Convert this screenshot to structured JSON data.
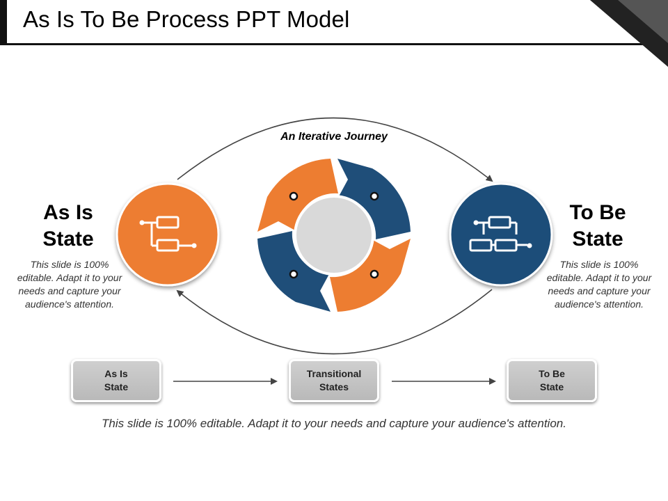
{
  "title": "As Is To Be Process PPT Model",
  "journey_label": "An Iterative Journey",
  "as_is": {
    "title": "As Is\nState",
    "description": "This slide is 100% editable. Adapt it to your needs and capture your audience's attention."
  },
  "to_be": {
    "title": "To Be\nState",
    "description": "This slide is 100% editable. Adapt it to your needs and capture your audience's attention."
  },
  "flow": {
    "step1": "As Is\nState",
    "step2": "Transitional\nStates",
    "step3": "To Be\nState"
  },
  "footer": "This slide is 100% editable. Adapt it to your needs and capture your audience's attention.",
  "colors": {
    "orange": "#ED7D31",
    "blue": "#1F4E79",
    "gray_box": "#C4C4C4",
    "center": "#D9D9D9"
  },
  "icons": {
    "as_is_icon": "flowchart-icon",
    "to_be_icon": "org-flow-icon"
  }
}
